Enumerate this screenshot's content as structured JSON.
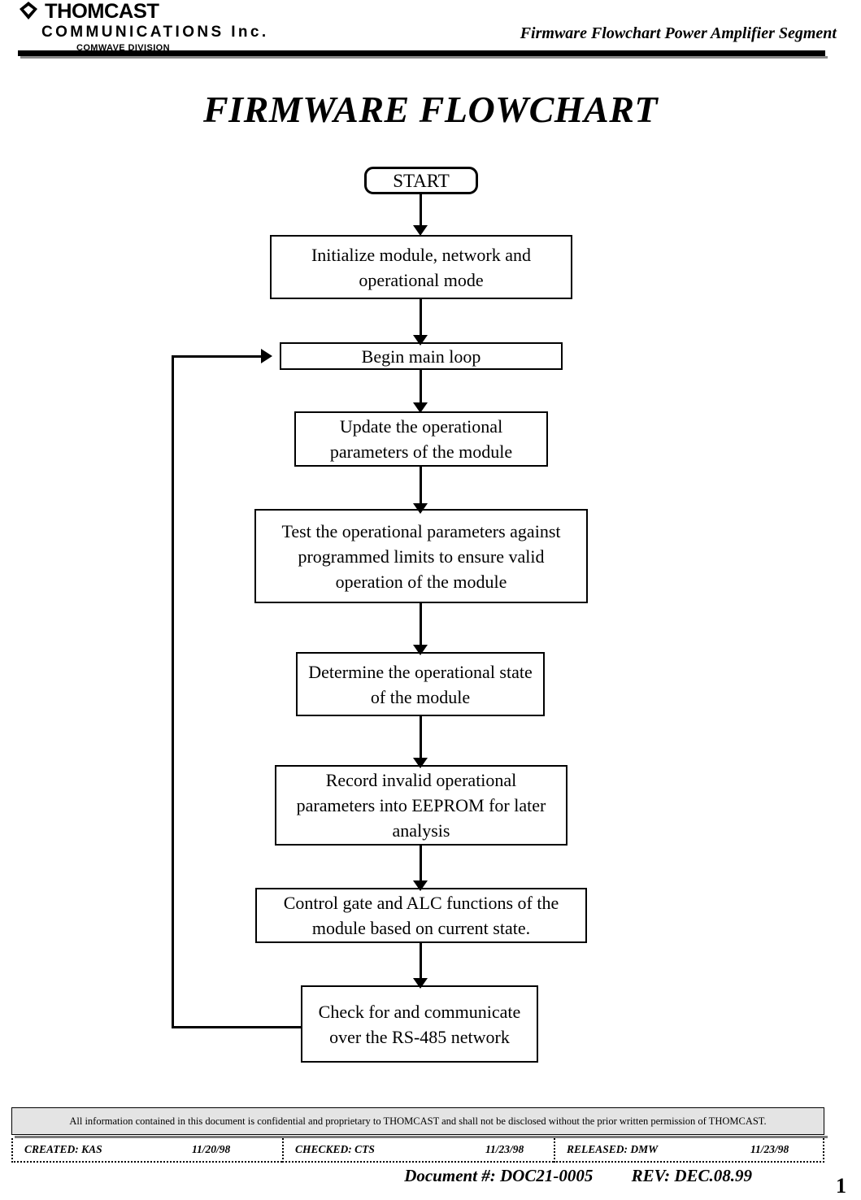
{
  "header": {
    "logo": {
      "mark_icon": "thomcast-diamond-logo-icon",
      "line1": "THOMCAST",
      "line2": "COMMUNICATIONS Inc.",
      "line3": "COMWAVE DIVISION"
    },
    "title": "Firmware Flowchart Power Amplifier Segment"
  },
  "page_title": "FIRMWARE FLOWCHART",
  "flowchart": {
    "nodes": [
      {
        "id": "start",
        "type": "terminator",
        "label": "START"
      },
      {
        "id": "init",
        "type": "process",
        "label": "Initialize module, network and operational mode"
      },
      {
        "id": "mainloop",
        "type": "process",
        "label": "Begin main loop"
      },
      {
        "id": "update",
        "type": "process",
        "label": "Update the operational parameters of the module"
      },
      {
        "id": "test",
        "type": "process",
        "label": "Test the operational parameters against programmed limits to ensure valid operation of the module"
      },
      {
        "id": "determine",
        "type": "process",
        "label": "Determine the operational state of the module"
      },
      {
        "id": "record",
        "type": "process",
        "label": "Record invalid operational parameters into EEPROM for later analysis"
      },
      {
        "id": "control",
        "type": "process",
        "label": "Control gate and ALC functions of the module based on current state."
      },
      {
        "id": "comm",
        "type": "process",
        "label": "Check for and communicate over the RS-485 network"
      }
    ],
    "loopback_label": ""
  },
  "footer": {
    "confidential": "All information contained in this document is confidential and proprietary to THOMCAST and shall not be disclosed without the prior written permission of THOMCAST.",
    "meta": [
      {
        "name": "CREATED: KAS",
        "date": "11/20/98"
      },
      {
        "name": "CHECKED: CTS",
        "date": "11/23/98"
      },
      {
        "name": "RELEASED: DMW",
        "date": "11/23/98"
      }
    ],
    "document_number": "Document #: DOC21-0005",
    "revision": "REV: DEC.08.99",
    "page_number": "1"
  },
  "colors": {
    "ink": "#000000",
    "paper": "#ffffff",
    "bar_fill": "#e4e4e4",
    "shadow": "#8a8a8a"
  }
}
